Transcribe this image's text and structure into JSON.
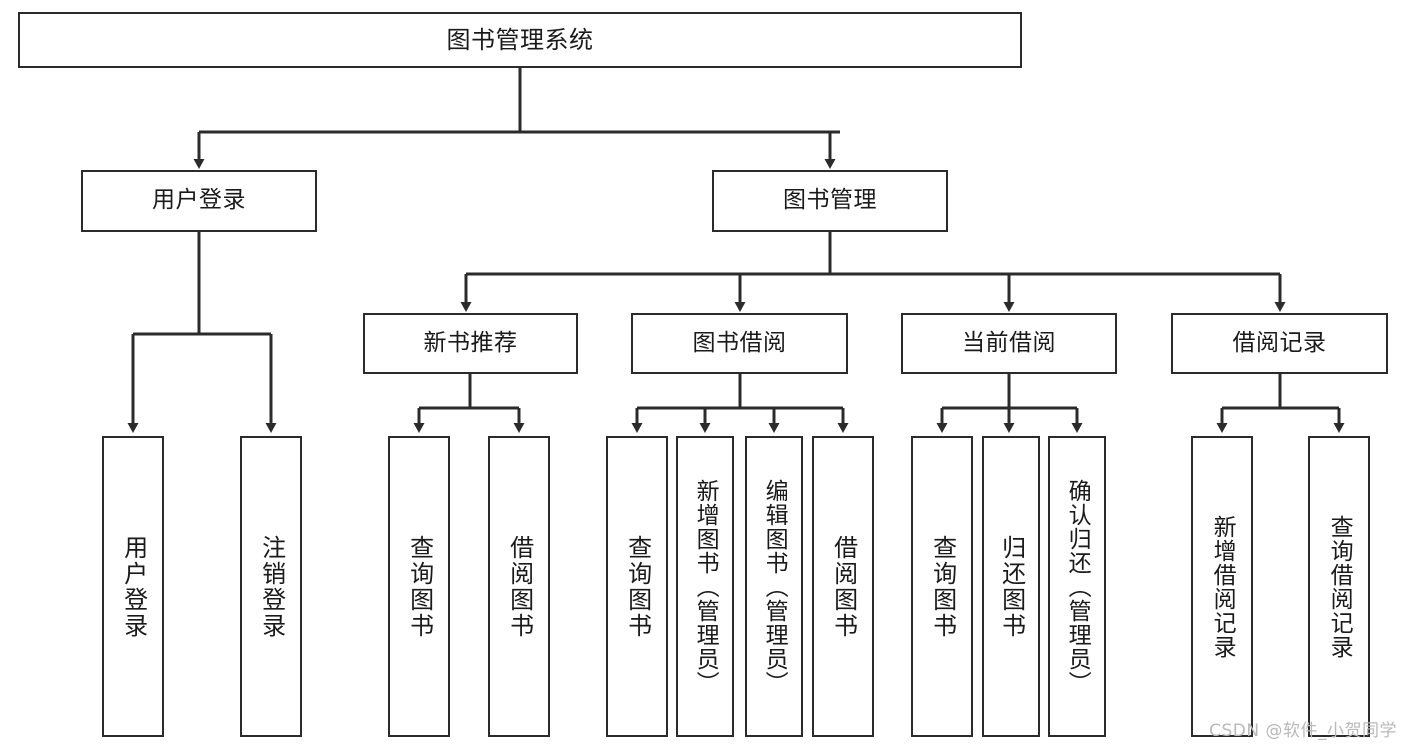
{
  "diagram": {
    "type": "tree-hierarchy",
    "title": "图书管理系统",
    "watermark": "CSDN @软件_小贺同学",
    "stroke_color": "#2b2b2b",
    "fill_color": "#ffffff",
    "text_color": "#1a1a1a",
    "watermark_color": "#b9b9b9"
  },
  "nodes": {
    "root": {
      "label": "图书管理系统",
      "level": 1
    },
    "level2": [
      {
        "id": "user-login",
        "label": "用户登录"
      },
      {
        "id": "book-management",
        "label": "图书管理"
      }
    ],
    "level3": [
      {
        "id": "new-book-recommend",
        "label": "新书推荐",
        "parent": "book-management"
      },
      {
        "id": "book-borrow",
        "label": "图书借阅",
        "parent": "book-management"
      },
      {
        "id": "current-borrow",
        "label": "当前借阅",
        "parent": "book-management"
      },
      {
        "id": "borrow-record",
        "label": "借阅记录",
        "parent": "book-management"
      }
    ],
    "leaves": [
      {
        "id": "leaf-user-login",
        "label": "用户登录",
        "parent": "user-login"
      },
      {
        "id": "leaf-logout-login",
        "label": "注销登录",
        "parent": "user-login"
      },
      {
        "id": "leaf-query-book-1",
        "label": "查询图书",
        "parent": "new-book-recommend"
      },
      {
        "id": "leaf-borrow-book-1",
        "label": "借阅图书",
        "parent": "new-book-recommend"
      },
      {
        "id": "leaf-query-book-2",
        "label": "查询图书",
        "parent": "book-borrow"
      },
      {
        "id": "leaf-add-book-admin",
        "label": "新增图书（管理员）",
        "parent": "book-borrow"
      },
      {
        "id": "leaf-edit-book-admin",
        "label": "编辑图书（管理员）",
        "parent": "book-borrow"
      },
      {
        "id": "leaf-borrow-book-2",
        "label": "借阅图书",
        "parent": "book-borrow"
      },
      {
        "id": "leaf-query-book-3",
        "label": "查询图书",
        "parent": "current-borrow"
      },
      {
        "id": "leaf-return-book",
        "label": "归还图书",
        "parent": "current-borrow"
      },
      {
        "id": "leaf-confirm-return-admin",
        "label": "确认归还（管理员）",
        "parent": "current-borrow"
      },
      {
        "id": "leaf-add-borrow-record",
        "label": "新增借阅记录",
        "parent": "borrow-record"
      },
      {
        "id": "leaf-query-borrow-record",
        "label": "查询借阅记录",
        "parent": "borrow-record"
      }
    ]
  }
}
